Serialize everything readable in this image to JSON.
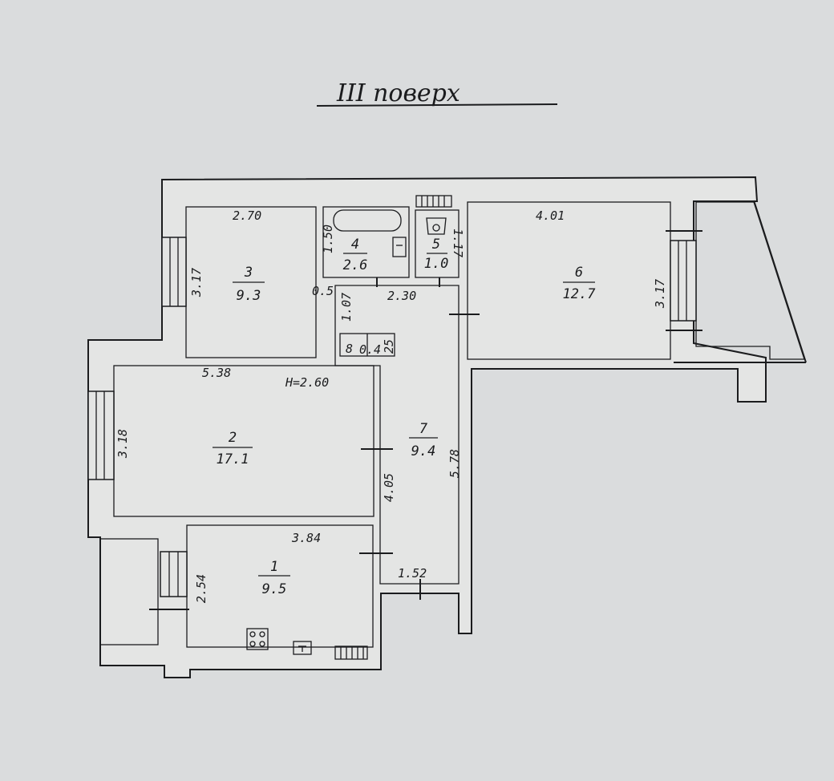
{
  "title": "III поверх",
  "height_note": "H=2.60",
  "rooms": [
    {
      "number": "1",
      "area": "9.5"
    },
    {
      "number": "2",
      "area": "17.1"
    },
    {
      "number": "3",
      "area": "9.3"
    },
    {
      "number": "4",
      "area": "2.6"
    },
    {
      "number": "5",
      "area": "1.0"
    },
    {
      "number": "6",
      "area": "12.7"
    },
    {
      "number": "7",
      "area": "9.4"
    }
  ],
  "dimensions": {
    "r3_width": "2.70",
    "r3_height": "3.17",
    "r4_height": "1.50",
    "r5_height": "1.17",
    "r6_width": "4.01",
    "r6_height": "3.17",
    "hall_top": "2.30",
    "hall_side": "1.07",
    "stub": "0.5",
    "closet_a": "0.4",
    "closet_b": "25",
    "closet_c": "8",
    "r2_width": "5.38",
    "r2_height": "3.18",
    "r2_side": "4.05",
    "r7_length": "5.78",
    "r1_width": "3.84",
    "r1_height": "2.54",
    "hall_bottom": "1.52"
  }
}
